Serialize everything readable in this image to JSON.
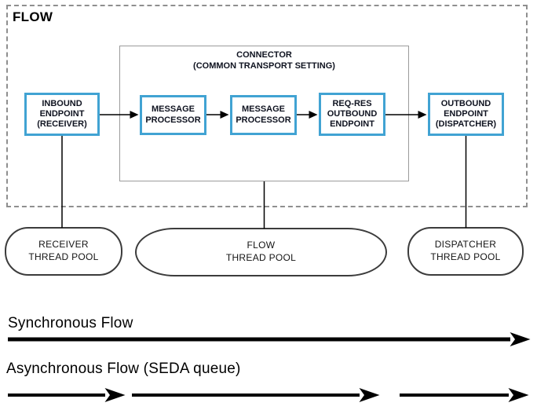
{
  "diagram": {
    "flow_label": "FLOW",
    "connector": {
      "title": "CONNECTOR",
      "subtitle": "(COMMON TRANSPORT SETTING)"
    },
    "nodes": {
      "inbound": "INBOUND\nENDPOINT\n(RECEIVER)",
      "message_processor_1": "MESSAGE\nPROCESSOR",
      "message_processor_2": "MESSAGE\nPROCESSOR",
      "reqres_outbound": "REQ-RES\nOUTBOUND\nENDPOINT",
      "outbound": "OUTBOUND\nENDPOINT\n(DISPATCHER)"
    },
    "pools": {
      "receiver": "RECEIVER\nTHREAD POOL",
      "flow": "FLOW\nTHREAD POOL",
      "dispatcher": "DISPATCHER\nTHREAD POOL"
    },
    "colors": {
      "node_border": "#41a3d3",
      "dashed_border": "#8f8f8f",
      "connector_border": "#9b9b9b",
      "pool_border": "#3c3c3c",
      "arrow": "#000000"
    }
  },
  "legend": {
    "sync_label": "Synchronous Flow",
    "async_label": "Asynchronous Flow (SEDA queue)"
  }
}
